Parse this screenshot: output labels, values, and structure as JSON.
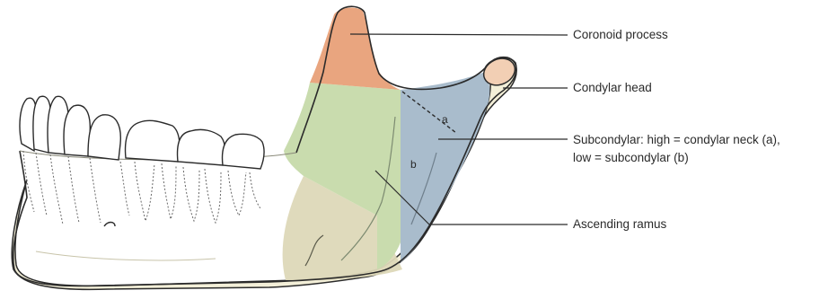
{
  "labels": {
    "coronoid": "Coronoid process",
    "condylar_head": "Condylar head",
    "subcondylar_line1": "Subcondylar: high = condylar neck (a),",
    "subcondylar_line2": "low = subcondylar (b)",
    "ascending_ramus": "Ascending ramus"
  },
  "markers": {
    "a": "a",
    "b": "b"
  },
  "colors": {
    "bone": "#f3efd8",
    "outline": "#2b2b2b",
    "coronoid_region": "#e9a57f",
    "condylar_region": "#a9bccc",
    "ramus_region": "#c9dcae",
    "angle_region": "#ddd8b8",
    "condylar_head": "#f2cfb4"
  }
}
